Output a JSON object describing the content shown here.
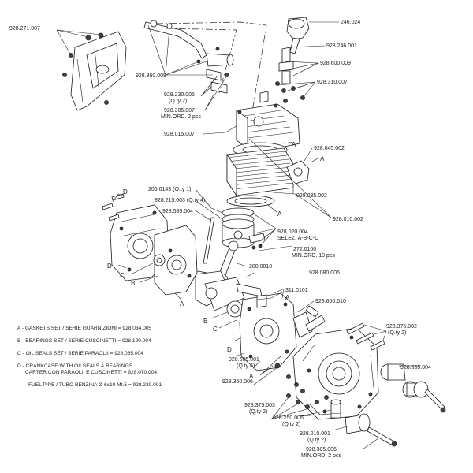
{
  "labels": {
    "l01": "928.271.007",
    "l02": "246.024",
    "l03": "928.246.001",
    "l04": "928.600.009",
    "l05": "928.360.008",
    "l06": "928.310.007",
    "l07": "928.230.005",
    "l07b": "(Q.ty 2)",
    "l08": "928.305.007",
    "l08b": "MIN.ORD. 2 pcs",
    "l09": "928.015.007",
    "l10": "928.045.002",
    "l11": "206.0143 (Q.ty 1)",
    "l12": "928.215.003 (Q.ty 4)",
    "l13": "928.585.004",
    "l14": "928.035.002",
    "l15": "928.010.002",
    "l16": "928.020.004",
    "l16b": "SELEZ. A-B-C-D",
    "l17": "272.0100",
    "l17b": "MIN.ORD. 10 pcs",
    "l18": "280.0010",
    "l19": "928.080.006",
    "l20": "311.0101",
    "l21": "928.600.010",
    "l22": "928.375.002",
    "l22b": "(Q.ty 2)",
    "l23": "928.555.004",
    "l24": "928.605.001",
    "l24b": "(Q.ty 6)",
    "l25": "928.360.006",
    "l26": "928.375.003",
    "l26b": "(Q.ty 2)",
    "l27": "928.250.006",
    "l27b": "(Q.ty 2)",
    "l28": "928.210.001",
    "l28b": "(Q.ty 2)",
    "l29": "928.305.006",
    "l29b": "MIN.ORD. 2 pcs"
  },
  "letters": {
    "a1": "A",
    "a2": "A",
    "a3": "A",
    "a4": "A",
    "a5": "A",
    "a6": "A",
    "b1": "B",
    "b2": "B",
    "c1": "C",
    "c2": "C",
    "d1": "D",
    "d2": "D",
    "d3": "D"
  },
  "legend": {
    "a": "A - GASKETS SET / SERIE GUARNIZIONI = 928.034.005",
    "b": "B - BEARINGS SET / SERIE CUSCINETTI = 928.190.004",
    "c": "C - OIL SEALS SET / SERIE PARAOLII = 928.065.004",
    "d1": "D - CRANKCASE WITH OILSEALS & BEARINGS",
    "d2": "CARTER CON PARAOLII E CUSCINETTI = 928.070.004",
    "fuel": "FUEL PIPE / TUBO BENZINA Ø 6x10 Mt.5 = 928.230.001"
  }
}
